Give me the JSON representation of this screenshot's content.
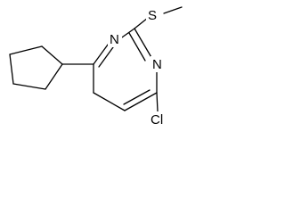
{
  "molecule": {
    "atoms": {
      "n_top": "N",
      "n_right": "N",
      "s": "S",
      "cl": "Cl"
    }
  }
}
